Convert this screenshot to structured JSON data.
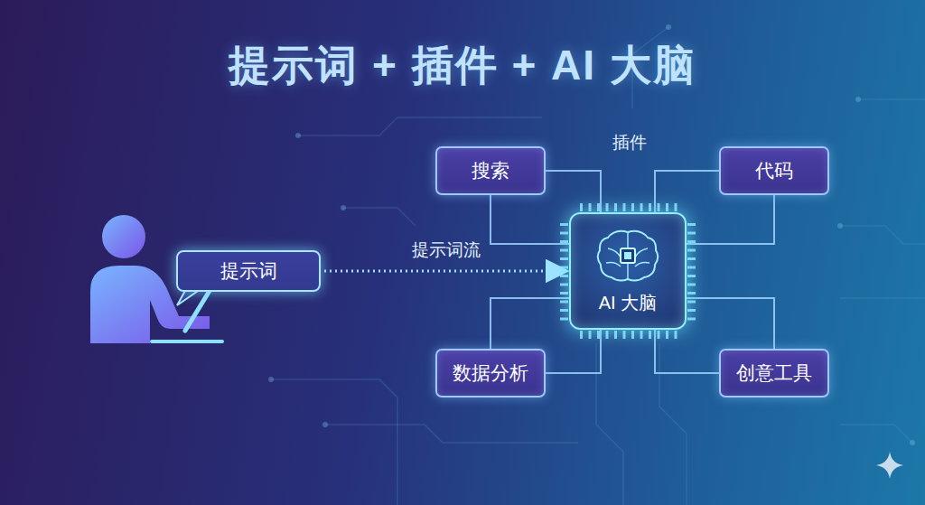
{
  "diagram": {
    "title": "提示词 + 插件 + AI 大脑",
    "nodes": [
      {
        "text": [
          "提示词"
        ]
      },
      {
        "text": [
          "AI 大脑"
        ]
      },
      {
        "text": [
          "搜索"
        ]
      },
      {
        "text": [
          "代码"
        ]
      },
      {
        "text": [
          "数据分析"
        ]
      },
      {
        "text": [
          "创意工具"
        ]
      }
    ],
    "edges": [
      {
        "from": 0,
        "to": 1,
        "label": "提示词流",
        "arrow": "to"
      },
      {
        "from": 2,
        "to": 1,
        "arrow": "none"
      },
      {
        "from": 2,
        "to": 1,
        "arrow": "none"
      },
      {
        "from": 3,
        "to": 1,
        "arrow": "none"
      },
      {
        "from": 3,
        "to": 1,
        "arrow": "none"
      },
      {
        "from": 4,
        "to": 1,
        "arrow": "none"
      },
      {
        "from": 4,
        "to": 1,
        "arrow": "none"
      },
      {
        "from": 5,
        "to": 1,
        "arrow": "none"
      },
      {
        "from": 5,
        "to": 1,
        "arrow": "none"
      }
    ],
    "labels": [
      "插件"
    ]
  }
}
